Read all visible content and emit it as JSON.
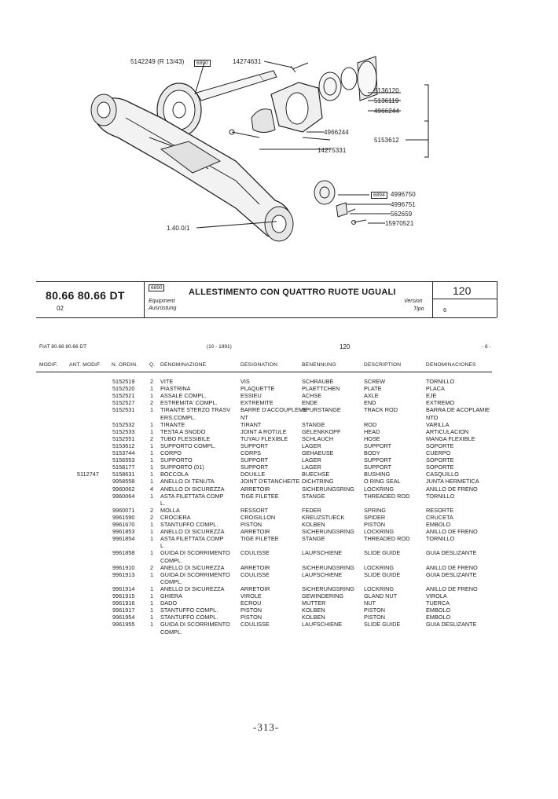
{
  "diagram": {
    "labels": {
      "top_left": "5142249  (R 13/43)",
      "box_6890": "6890",
      "top_mid": "14274631",
      "r1": "5136120",
      "r2": "5136119",
      "r3": "4966244",
      "r4": "4966244",
      "r5": "5153612",
      "r6": "14275331",
      "box_6894": "6894",
      "r7": "4996750",
      "r8": "4996751",
      "r9": "562659",
      "r10": "15970521",
      "bottom_left": "1.40.0/1"
    }
  },
  "header": {
    "model": "80.66  80.66 DT",
    "variant": "02",
    "badge": "6890",
    "title": "ALLESTIMENTO CON QUATTRO RUOTE UGUALI",
    "equipment": "Equipment",
    "ausrustung": "Ausrüstung",
    "number": "120",
    "version": "Version",
    "tipo": "Tipo",
    "tipo_value": "6"
  },
  "subheader": {
    "left": "FIAT 80.66 80.66 DT",
    "date": "(10 - 1991)",
    "mid": "120",
    "right": "- 6 -"
  },
  "columns": [
    "MODIF.",
    "ANT. MODIF.",
    "N. ORDIN.",
    "Q.",
    "DENOMINAZIONE",
    "DESIGNATION",
    "BENENNUNG",
    "DESCRIPTION",
    "DENOMINACIONES"
  ],
  "rows": [
    {
      "ant": "",
      "ord": "5152519",
      "q": "2",
      "it": "VITE",
      "fr": "VIS",
      "de": "SCHRAUBE",
      "en": "SCREW",
      "es": "TORNILLO"
    },
    {
      "ant": "",
      "ord": "5152520",
      "q": "1",
      "it": "PIASTRINA",
      "fr": "PLAQUETTE",
      "de": "PLAETTCHEN",
      "en": "PLATE",
      "es": "PLACA"
    },
    {
      "ant": "",
      "ord": "5152521",
      "q": "1",
      "it": "ASSALE COMPL.",
      "fr": "ESSIEU",
      "de": "ACHSE",
      "en": "AXLE",
      "es": "EJE"
    },
    {
      "ant": "",
      "ord": "5152527",
      "q": "2",
      "it": "ESTREMITA' COMPL.",
      "fr": "EXTREMITE",
      "de": "ENDE",
      "en": "END",
      "es": "EXTREMO"
    },
    {
      "ant": "",
      "ord": "5152531",
      "q": "1",
      "it": "TIRANTE STERZO TRASV",
      "fr": "BARRE D'ACCOUPLEME",
      "de": "SPURSTANGE",
      "en": "TRACK ROD",
      "es": "BARRA DE ACOPLAMIE"
    },
    {
      "ant": "",
      "ord": "",
      "q": "",
      "it": "ERS.COMPL.",
      "fr": "NT",
      "de": "",
      "en": "",
      "es": "NTO"
    },
    {
      "ant": "",
      "ord": "5152532",
      "q": "1",
      "it": "TIRANTE",
      "fr": "TIRANT",
      "de": "STANGE",
      "en": "ROD",
      "es": "VARILLA"
    },
    {
      "ant": "",
      "ord": "5152533",
      "q": "1",
      "it": "TESTA A SNODO",
      "fr": "JOINT A ROTULE",
      "de": "GELENKKOPF",
      "en": "HEAD",
      "es": "ARTICULACION"
    },
    {
      "ant": "",
      "ord": "5152551",
      "q": "2",
      "it": "TUBO FLESSIBILE",
      "fr": "TUYAU FLEXIBLE",
      "de": "SCHLAUCH",
      "en": "HOSE",
      "es": "MANGA FLEXIBLE"
    },
    {
      "ant": "",
      "ord": "5153612",
      "q": "1",
      "it": "SUPPORTO COMPL.",
      "fr": "SUPPORT",
      "de": "LAGER",
      "en": "SUPPORT",
      "es": "SOPORTE"
    },
    {
      "ant": "",
      "ord": "5153744",
      "q": "1",
      "it": "CORPO",
      "fr": "CORPS",
      "de": "GEHAEUSE",
      "en": "BODY",
      "es": "CUERPO"
    },
    {
      "ant": "",
      "ord": "5156553",
      "q": "1",
      "it": "SUPPORTO",
      "fr": "SUPPORT",
      "de": "LAGER",
      "en": "SUPPORT",
      "es": "SOPORTE"
    },
    {
      "ant": "",
      "ord": "5158177",
      "q": "1",
      "it": "SUPPORTO (01)",
      "fr": "SUPPORT",
      "de": "LAGER",
      "en": "SUPPORT",
      "es": "SOPORTE"
    },
    {
      "ant": "5112747",
      "ord": "5158631",
      "q": "1",
      "it": "BOCCOLA",
      "fr": "DOUILLE",
      "de": "BUECHSE",
      "en": "BUSHING",
      "es": "CASQUILLO"
    },
    {
      "ant": "",
      "ord": "9958558",
      "q": "1",
      "it": "ANELLO DI TENUTA",
      "fr": "JOINT D'ETANCHEITE",
      "de": "DICHTRING",
      "en": "O RING SEAL",
      "es": "JUNTA HERMETICA"
    },
    {
      "ant": "",
      "ord": "9960062",
      "q": "4",
      "it": "ANELLO DI SICUREZZA",
      "fr": "ARRETOIR",
      "de": "SICHERUNGSRING",
      "en": "LOCKRING",
      "es": "ANILLO DE FRENO"
    },
    {
      "ant": "",
      "ord": "9960064",
      "q": "1",
      "it": "ASTA FILETTATA COMP",
      "fr": "TIGE FILETEE",
      "de": "STANGE",
      "en": "THREADED ROD",
      "es": "TORNILLO"
    },
    {
      "ant": "",
      "ord": "",
      "q": "",
      "it": "L.",
      "fr": "",
      "de": "",
      "en": "",
      "es": ""
    },
    {
      "ant": "",
      "ord": "9960071",
      "q": "2",
      "it": "MOLLA",
      "fr": "RESSORT",
      "de": "FEDER",
      "en": "SPRING",
      "es": "RESORTE"
    },
    {
      "ant": "",
      "ord": "9961590",
      "q": "2",
      "it": "CROCIERA",
      "fr": "CROISILLON",
      "de": "KREUZSTUECK",
      "en": "SPIDER",
      "es": "CRUCETA"
    },
    {
      "ant": "",
      "ord": "9961670",
      "q": "1",
      "it": "STANTUFFO COMPL.",
      "fr": "PISTON",
      "de": "KOLBEN",
      "en": "PISTON",
      "es": "EMBOLO"
    },
    {
      "ant": "",
      "ord": "9961853",
      "q": "1",
      "it": "ANELLO DI SICUREZZA",
      "fr": "ARRETOIR",
      "de": "SICHERUNGSRING",
      "en": "LOCKRING",
      "es": "ANILLO DE FRENO"
    },
    {
      "ant": "",
      "ord": "9961854",
      "q": "1",
      "it": "ASTA FILETTATA COMP",
      "fr": "TIGE FILETEE",
      "de": "STANGE",
      "en": "THREADED ROD",
      "es": "TORNILLO"
    },
    {
      "ant": "",
      "ord": "",
      "q": "",
      "it": "L.",
      "fr": "",
      "de": "",
      "en": "",
      "es": ""
    },
    {
      "ant": "",
      "ord": "9961858",
      "q": "1",
      "it": "GUIDA DI SCORRIMENTO",
      "fr": "COULISSE",
      "de": "LAUFSCHIENE",
      "en": "SLIDE GUIDE",
      "es": "GUIA DESLIZANTE"
    },
    {
      "ant": "",
      "ord": "",
      "q": "",
      "it": "COMPL.",
      "fr": "",
      "de": "",
      "en": "",
      "es": ""
    },
    {
      "ant": "",
      "ord": "9961910",
      "q": "2",
      "it": "ANELLO DI SICUREZZA",
      "fr": "ARRETOIR",
      "de": "SICHERUNGSRING",
      "en": "LOCKRING",
      "es": "ANILLO DE FRENO"
    },
    {
      "ant": "",
      "ord": "9961913",
      "q": "1",
      "it": "GUIDA DI SCORRIMENTO",
      "fr": "COULISSE",
      "de": "LAUFSCHIENE",
      "en": "SLIDE GUIDE",
      "es": "GUIA DESLIZANTE"
    },
    {
      "ant": "",
      "ord": "",
      "q": "",
      "it": "COMPL.",
      "fr": "",
      "de": "",
      "en": "",
      "es": ""
    },
    {
      "ant": "",
      "ord": "9961914",
      "q": "1",
      "it": "ANELLO DI SICUREZZA",
      "fr": "ARRETOIR",
      "de": "SICHERUNGSRING",
      "en": "LOCKRING",
      "es": "ANILLO DE FRENO"
    },
    {
      "ant": "",
      "ord": "9961915",
      "q": "1",
      "it": "GHIERA",
      "fr": "VIROLE",
      "de": "GEWINDERING",
      "en": "GLAND NUT",
      "es": "VIROLA"
    },
    {
      "ant": "",
      "ord": "9961916",
      "q": "1",
      "it": "DADO",
      "fr": "ECROU",
      "de": "MUTTER",
      "en": "NUT",
      "es": "TUERCA"
    },
    {
      "ant": "",
      "ord": "9961917",
      "q": "1",
      "it": "STANTUFFO COMPL.",
      "fr": "PISTON",
      "de": "KOLBEN",
      "en": "PISTON",
      "es": "EMBOLO"
    },
    {
      "ant": "",
      "ord": "9961954",
      "q": "1",
      "it": "STANTUFFO COMPL.",
      "fr": "PISTON",
      "de": "KOLBEN",
      "en": "PISTON",
      "es": "EMBOLO"
    },
    {
      "ant": "",
      "ord": "9961955",
      "q": "1",
      "it": "GUIDA DI SCORRIMENTO",
      "fr": "COULISSE",
      "de": "LAUFSCHIENE",
      "en": "SLIDE GUIDE",
      "es": "GUIA DESLIZANTE"
    },
    {
      "ant": "",
      "ord": "",
      "q": "",
      "it": "COMPL.",
      "fr": "",
      "de": "",
      "en": "",
      "es": ""
    }
  ],
  "page_number": "-313-"
}
